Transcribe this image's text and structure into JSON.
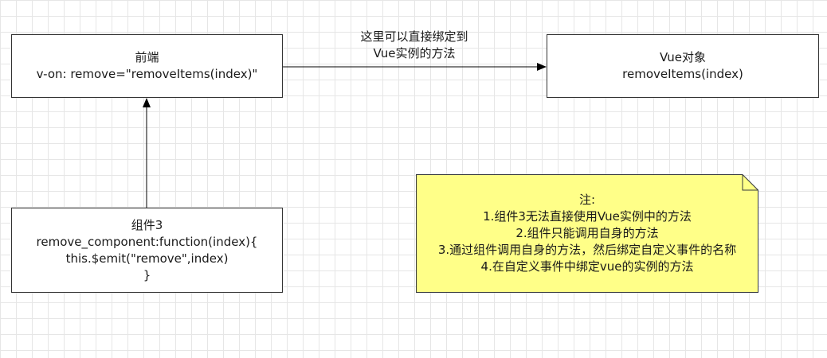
{
  "nodes": {
    "frontend": {
      "lines": [
        "前端",
        "v-on: remove=\"removeItems(index)\""
      ]
    },
    "vue_object": {
      "lines": [
        "Vue对象",
        "removeItems(index)"
      ]
    },
    "component": {
      "lines": [
        "组件3",
        "remove_component:function(index){",
        "this.$emit(\"remove\",index)",
        "}"
      ]
    }
  },
  "edges": {
    "frontend_to_vue_label": [
      "这里可以直接绑定到",
      "Vue实例的方法"
    ]
  },
  "note": {
    "lines": [
      "注:",
      "1.组件3无法直接使用Vue实例中的方法",
      "2.组件只能调用自身的方法",
      "3.通过组件调用自身的方法，然后绑定自定义事件的名称",
      "4.在自定义事件中绑定vue的实例的方法"
    ],
    "fill_color": "#ffff88",
    "border_color": "#36393d"
  }
}
